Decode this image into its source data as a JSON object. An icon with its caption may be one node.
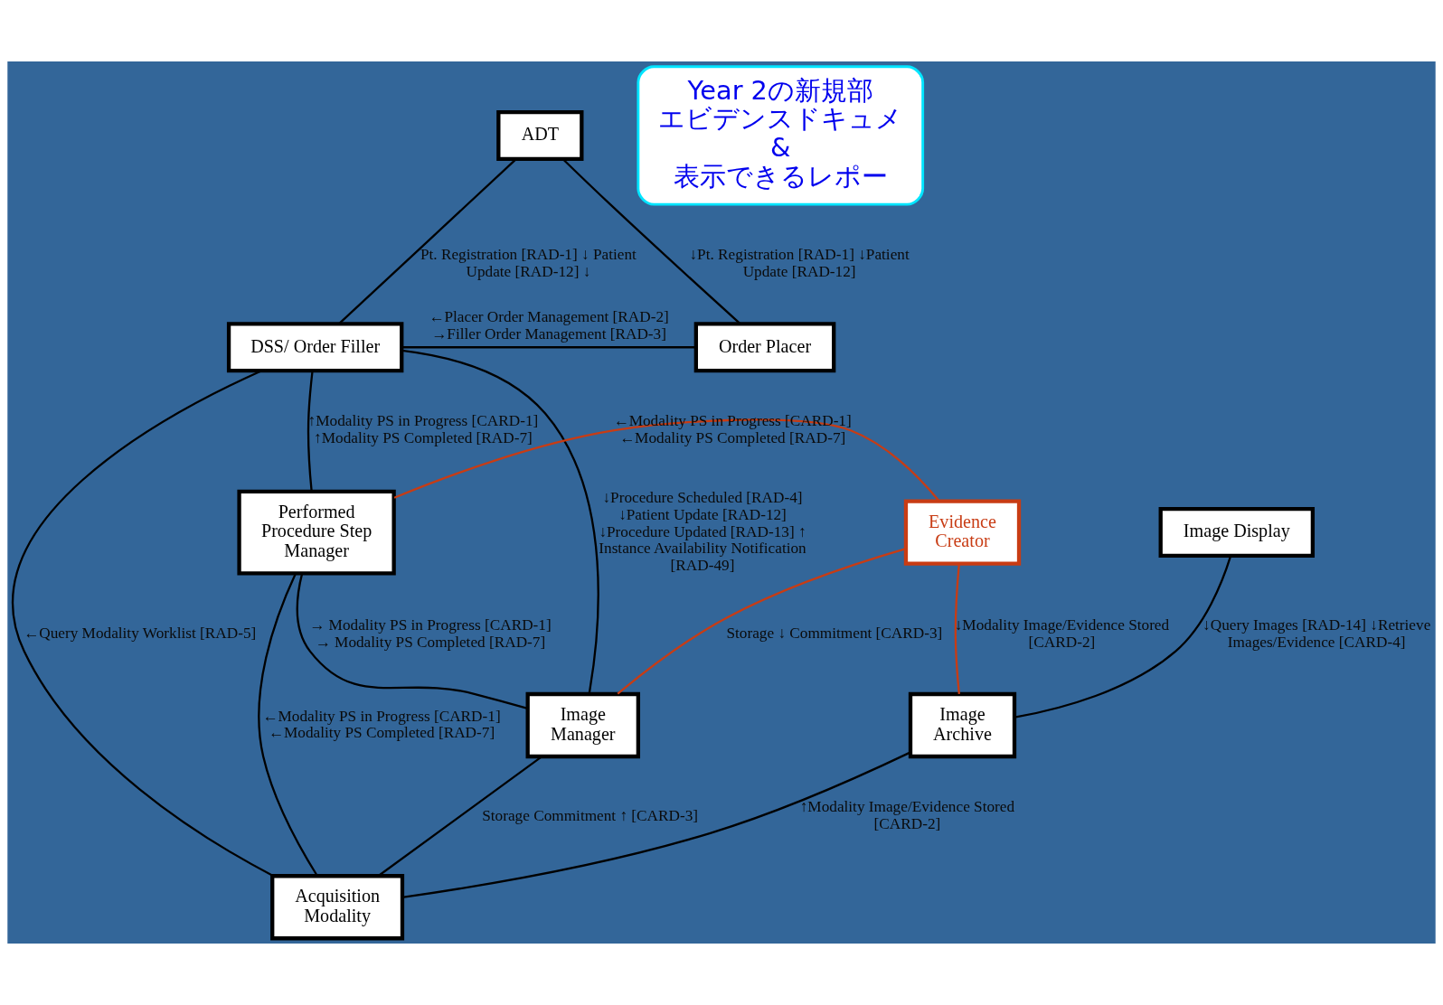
{
  "diagram": {
    "nodes": [
      {
        "text": [
          "ADT"
        ]
      },
      {
        "text": [
          "DSS/ Order Filler"
        ]
      },
      {
        "text": [
          "Order Placer"
        ]
      },
      {
        "text": [
          "Evidence Creator"
        ]
      },
      {
        "text": [
          "Image Display"
        ]
      },
      {
        "text": [
          "Performed Procedure Step Manager"
        ]
      },
      {
        "text": [
          "Image Manager"
        ]
      },
      {
        "text": [
          "Image Archive"
        ]
      },
      {
        "text": [
          "Acquisition Modality"
        ]
      },
      {
        "text": [
          "Year 2の新規部",
          "エビデンスドキュメ",
          "&",
          "表示できるレポー"
        ]
      }
    ],
    "edges": [
      {
        "from": 0,
        "to": 1,
        "arrow": "none",
        "label": "Pt. Registration [RAD-1] ↓ Patient Update [RAD-12] ↓"
      },
      {
        "from": 0,
        "to": 2,
        "arrow": "none",
        "label": "↓Pt. Registration [RAD-1] ↓Patient Update [RAD-12]"
      },
      {
        "from": 1,
        "to": 2,
        "arrow": "none",
        "label": "←Placer Order Management [RAD-2] →Filler Order Management [RAD-3]"
      },
      {
        "from": 1,
        "to": 6,
        "arrow": "none",
        "label": "↓Procedure Scheduled [RAD-4] ↓Patient Update [RAD-12] ↓Procedure Updated [RAD-13] ↑ Instance Availability Notification [RAD-49]"
      },
      {
        "from": 1,
        "to": 5,
        "arrow": "none",
        "label": "↑Modality PS in Progress [CARD-1] ↑Modality PS Completed [RAD-7]"
      },
      {
        "from": 3,
        "to": 5,
        "arrow": "none",
        "label": "←Modality PS in Progress [CARD-1] ←Modality PS Completed [RAD-7]",
        "color": "#c83c14"
      },
      {
        "from": 3,
        "to": 6,
        "arrow": "none",
        "label": "Storage ↓ Commitment [CARD-3]",
        "color": "#c83c14"
      },
      {
        "from": 3,
        "to": 7,
        "arrow": "none",
        "label": "↓Modality Image/Evidence Stored [CARD-2]",
        "color": "#c83c14"
      },
      {
        "from": 4,
        "to": 7,
        "arrow": "none",
        "label": "↓Query Images [RAD-14] ↓Retrieve Images/Evidence [CARD-4]"
      },
      {
        "from": 5,
        "to": 6,
        "arrow": "none",
        "label": "→ Modality PS in Progress [CARD-1] → Modality PS Completed [RAD-7]"
      },
      {
        "from": 6,
        "to": 8,
        "arrow": "none",
        "label": "Storage Commitment ↑ [CARD-3]"
      },
      {
        "from": 7,
        "to": 8,
        "arrow": "none",
        "label": "↑Modality Image/Evidence Stored [CARD-2]"
      },
      {
        "from": 5,
        "to": 8,
        "arrow": "none",
        "label": "←Modality PS in Progress [CARD-1] ←Modality PS Completed [RAD-7]"
      },
      {
        "from": 1,
        "to": 8,
        "arrow": "none",
        "label": "←Query Modality Worklist [RAD-5]"
      }
    ]
  }
}
